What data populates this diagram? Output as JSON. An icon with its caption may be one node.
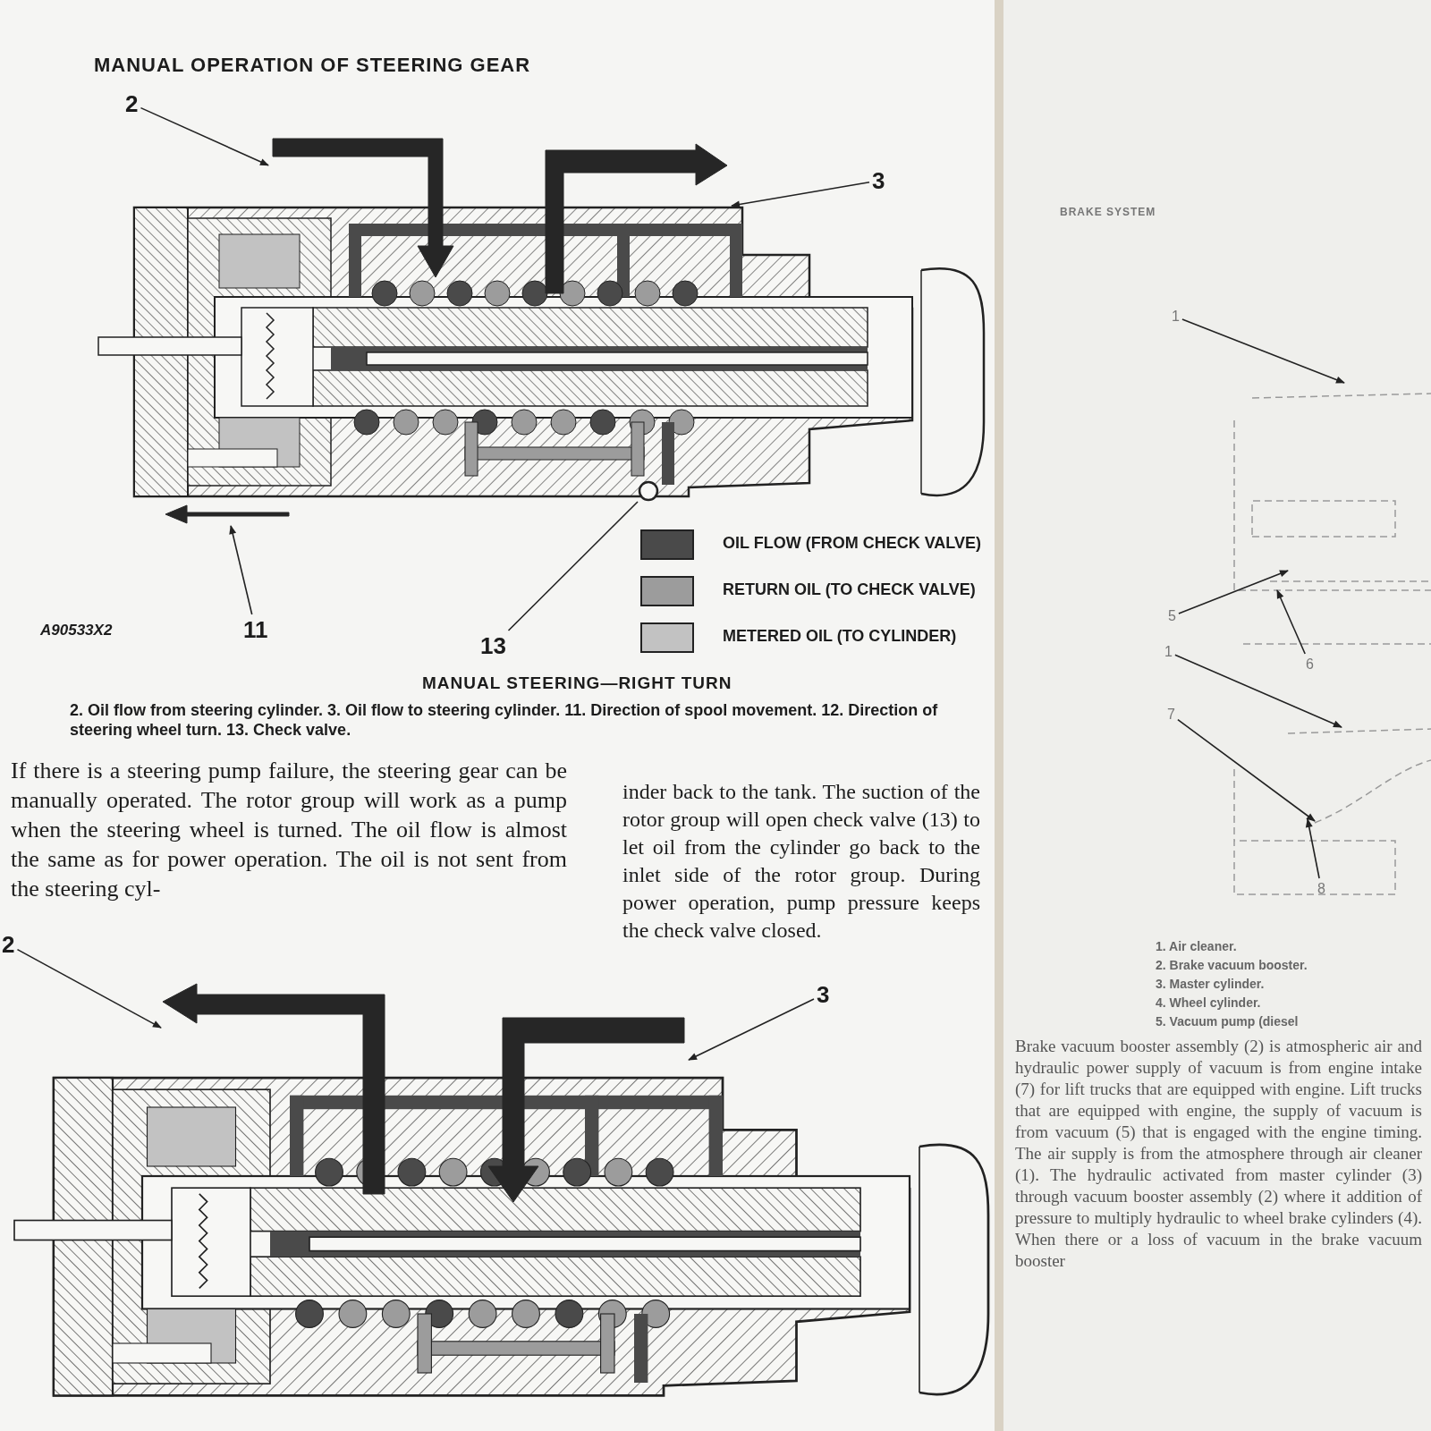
{
  "diagram": {
    "title": "MANUAL OPERATION OF STEERING GEAR",
    "caption": "2. Oil flow from steering cylinder. 3. Oil flow to steering cylinder. 11. Direction of spool movement. 12. Direction of steering wheel turn. 13. Check valve.",
    "nodes": [
      {
        "text": [
          "2"
        ]
      },
      {
        "text": [],
        "shape": "arrow"
      },
      {
        "text": [
          "3"
        ]
      },
      {
        "text": [],
        "shape": "arrow"
      },
      {
        "text": [
          "11"
        ]
      },
      {
        "text": [],
        "shape": "arrow"
      },
      {
        "text": [
          "13"
        ]
      },
      {
        "text": [],
        "shape": "circle"
      },
      {
        "text": [
          "2"
        ]
      },
      {
        "text": [],
        "shape": "arrow"
      },
      {
        "text": [
          "3"
        ]
      },
      {
        "text": [],
        "shape": "arrow"
      },
      {
        "text": [
          "1"
        ]
      },
      {
        "text": [
          "5"
        ]
      },
      {
        "text": [
          "6"
        ]
      },
      {
        "text": [
          "1"
        ]
      },
      {
        "text": [
          "7"
        ]
      },
      {
        "text": [
          "8"
        ]
      }
    ],
    "edges": [
      {
        "from": 0,
        "to": 1,
        "arrow": "to"
      },
      {
        "from": 2,
        "to": 3,
        "arrow": "to"
      },
      {
        "from": 4,
        "to": 5,
        "arrow": "to"
      },
      {
        "from": 6,
        "to": 7,
        "arrow": "none"
      },
      {
        "from": 8,
        "to": 9,
        "arrow": "to"
      },
      {
        "from": 10,
        "to": 11,
        "arrow": "to"
      },
      {
        "from": 12,
        "to": null,
        "arrow": "to"
      },
      {
        "from": 13,
        "to": null,
        "arrow": "to"
      },
      {
        "from": 14,
        "to": null,
        "arrow": "to"
      },
      {
        "from": 15,
        "to": null,
        "arrow": "to"
      },
      {
        "from": 16,
        "to": null,
        "arrow": "to"
      },
      {
        "from": 17,
        "to": null,
        "arrow": "to"
      }
    ],
    "labels": [
      "A90533X2",
      "MANUAL STEERING—RIGHT TURN",
      "If there is a steering pump failure, the steering gear can be manually operated. The rotor group will work as a pump when the steering wheel is turned. The oil flow is almost the same as for power operation. The oil is not sent from the steering cyl-",
      "inder back to the tank. The suction of the rotor group will open check valve (13) to let oil from the cylinder go back to the inlet side of the rotor group. During power operation, pump pressure keeps the check valve closed.",
      "BRAKE SYSTEM",
      "1. Air cleaner.",
      "2. Brake vacuum booster.",
      "3. Master cylinder.",
      "4. Wheel cylinder.",
      "5. Vacuum pump (diesel",
      "Brake vacuum booster assembly (2) is atmospheric air and hydraulic power supply of vacuum is from engine intake (7) for lift trucks that are equipped with engine. Lift trucks that are equipped with engine, the supply of vacuum is from vacuum (5) that is engaged with the engine timing. The air supply is from the atmosphere through air cleaner (1). The hydraulic activated from master cylinder (3) through vacuum booster assembly (2) where it addition of pressure to multiply hydraulic to wheel brake cylinders (4). When there or a loss of vacuum in the brake vacuum booster"
    ],
    "legend": [
      {
        "text": "OIL FLOW (FROM CHECK VALVE)",
        "color": "#4a4a4a"
      },
      {
        "text": "RETURN OIL (TO CHECK VALVE)",
        "color": "#9c9c9c"
      },
      {
        "text": "METERED OIL (TO CYLINDER)",
        "color": "#c2c2c2"
      }
    ]
  }
}
